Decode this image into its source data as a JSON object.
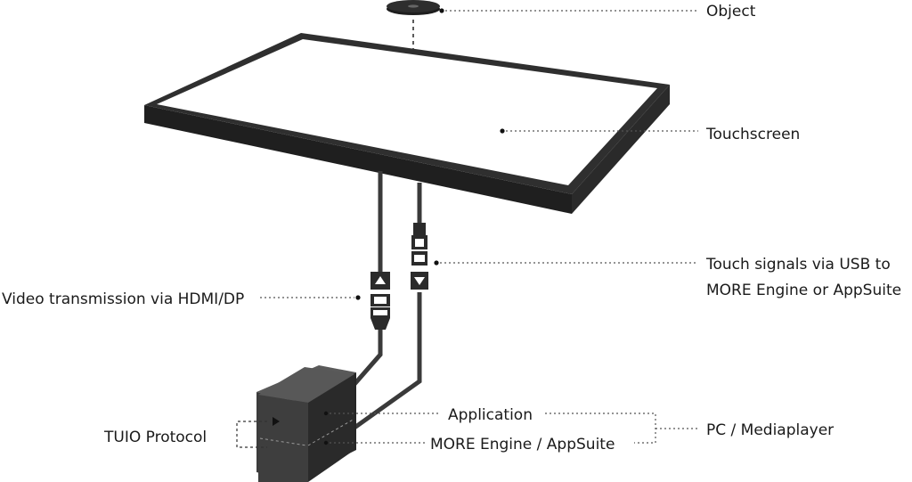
{
  "labels": {
    "object": "Object",
    "touchscreen": "Touchscreen",
    "touch_signals_line1": "Touch signals via USB to",
    "touch_signals_line2": "MORE Engine or AppSuite",
    "video_transmission": "Video transmission via HDMI/DP",
    "application": "Application",
    "more_engine": "MORE Engine / AppSuite",
    "pc_mediaplayer": "PC / Mediaplayer",
    "tuio_protocol": "TUIO Protocol"
  },
  "colors": {
    "frame": "#2b2b2b",
    "screen": "#ffffff",
    "cable": "#3a3a3a",
    "box_front": "#3b3b3b",
    "box_top": "#5a5a5a",
    "box_side": "#262626",
    "leader": "#555555"
  },
  "icons": {
    "object_puck": "puck-icon",
    "usb_arrow_down": "arrow-down-icon",
    "hdmi_arrow_up": "arrow-up-icon"
  }
}
